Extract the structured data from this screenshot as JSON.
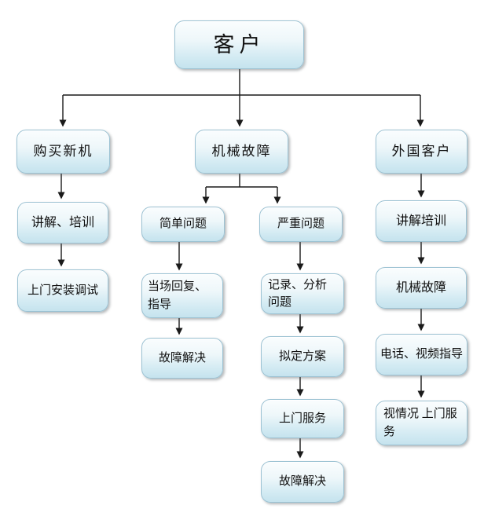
{
  "diagram": {
    "type": "flowchart",
    "nodes": {
      "customer": {
        "label": "客户"
      },
      "buy_new_machine": {
        "label": "购买新机"
      },
      "mechanical_fault": {
        "label": "机械故障"
      },
      "foreign_customer": {
        "label": "外国客户"
      },
      "explain_training_left": {
        "label": "讲解、培训"
      },
      "onsite_install_debug": {
        "label": "上门安装调试"
      },
      "simple_problem": {
        "label": "简单问题"
      },
      "onsite_reply_guide": {
        "label": "当场回复、指导"
      },
      "fault_solved_left": {
        "label": "故障解决"
      },
      "serious_problem": {
        "label": "严重问题"
      },
      "record_analyze_problem": {
        "label": "记录、分析问题"
      },
      "draft_plan": {
        "label": "拟定方案"
      },
      "onsite_service": {
        "label": "上门服务"
      },
      "fault_solved_mid": {
        "label": "故障解决"
      },
      "explain_training_right": {
        "label": "讲解培训"
      },
      "mechanical_fault_right": {
        "label": "机械故障"
      },
      "phone_video_guide": {
        "label": "电话、视频指导"
      },
      "onsite_depends": {
        "label": "视情况 上门服务"
      }
    },
    "edges": [
      {
        "from": "customer",
        "to": "buy_new_machine"
      },
      {
        "from": "customer",
        "to": "mechanical_fault"
      },
      {
        "from": "customer",
        "to": "foreign_customer"
      },
      {
        "from": "buy_new_machine",
        "to": "explain_training_left"
      },
      {
        "from": "explain_training_left",
        "to": "onsite_install_debug"
      },
      {
        "from": "mechanical_fault",
        "to": "simple_problem"
      },
      {
        "from": "mechanical_fault",
        "to": "serious_problem"
      },
      {
        "from": "simple_problem",
        "to": "onsite_reply_guide"
      },
      {
        "from": "onsite_reply_guide",
        "to": "fault_solved_left"
      },
      {
        "from": "serious_problem",
        "to": "record_analyze_problem"
      },
      {
        "from": "record_analyze_problem",
        "to": "draft_plan"
      },
      {
        "from": "draft_plan",
        "to": "onsite_service"
      },
      {
        "from": "onsite_service",
        "to": "fault_solved_mid"
      },
      {
        "from": "foreign_customer",
        "to": "explain_training_right"
      },
      {
        "from": "explain_training_right",
        "to": "mechanical_fault_right"
      },
      {
        "from": "mechanical_fault_right",
        "to": "phone_video_guide"
      },
      {
        "from": "phone_video_guide",
        "to": "onsite_depends"
      }
    ],
    "colors": {
      "node_fill_top": "#fafdfe",
      "node_fill_bottom": "#c5e3ee",
      "node_border": "#9cc2d3",
      "connector": "#1a1a1a",
      "background": "#ffffff"
    }
  }
}
